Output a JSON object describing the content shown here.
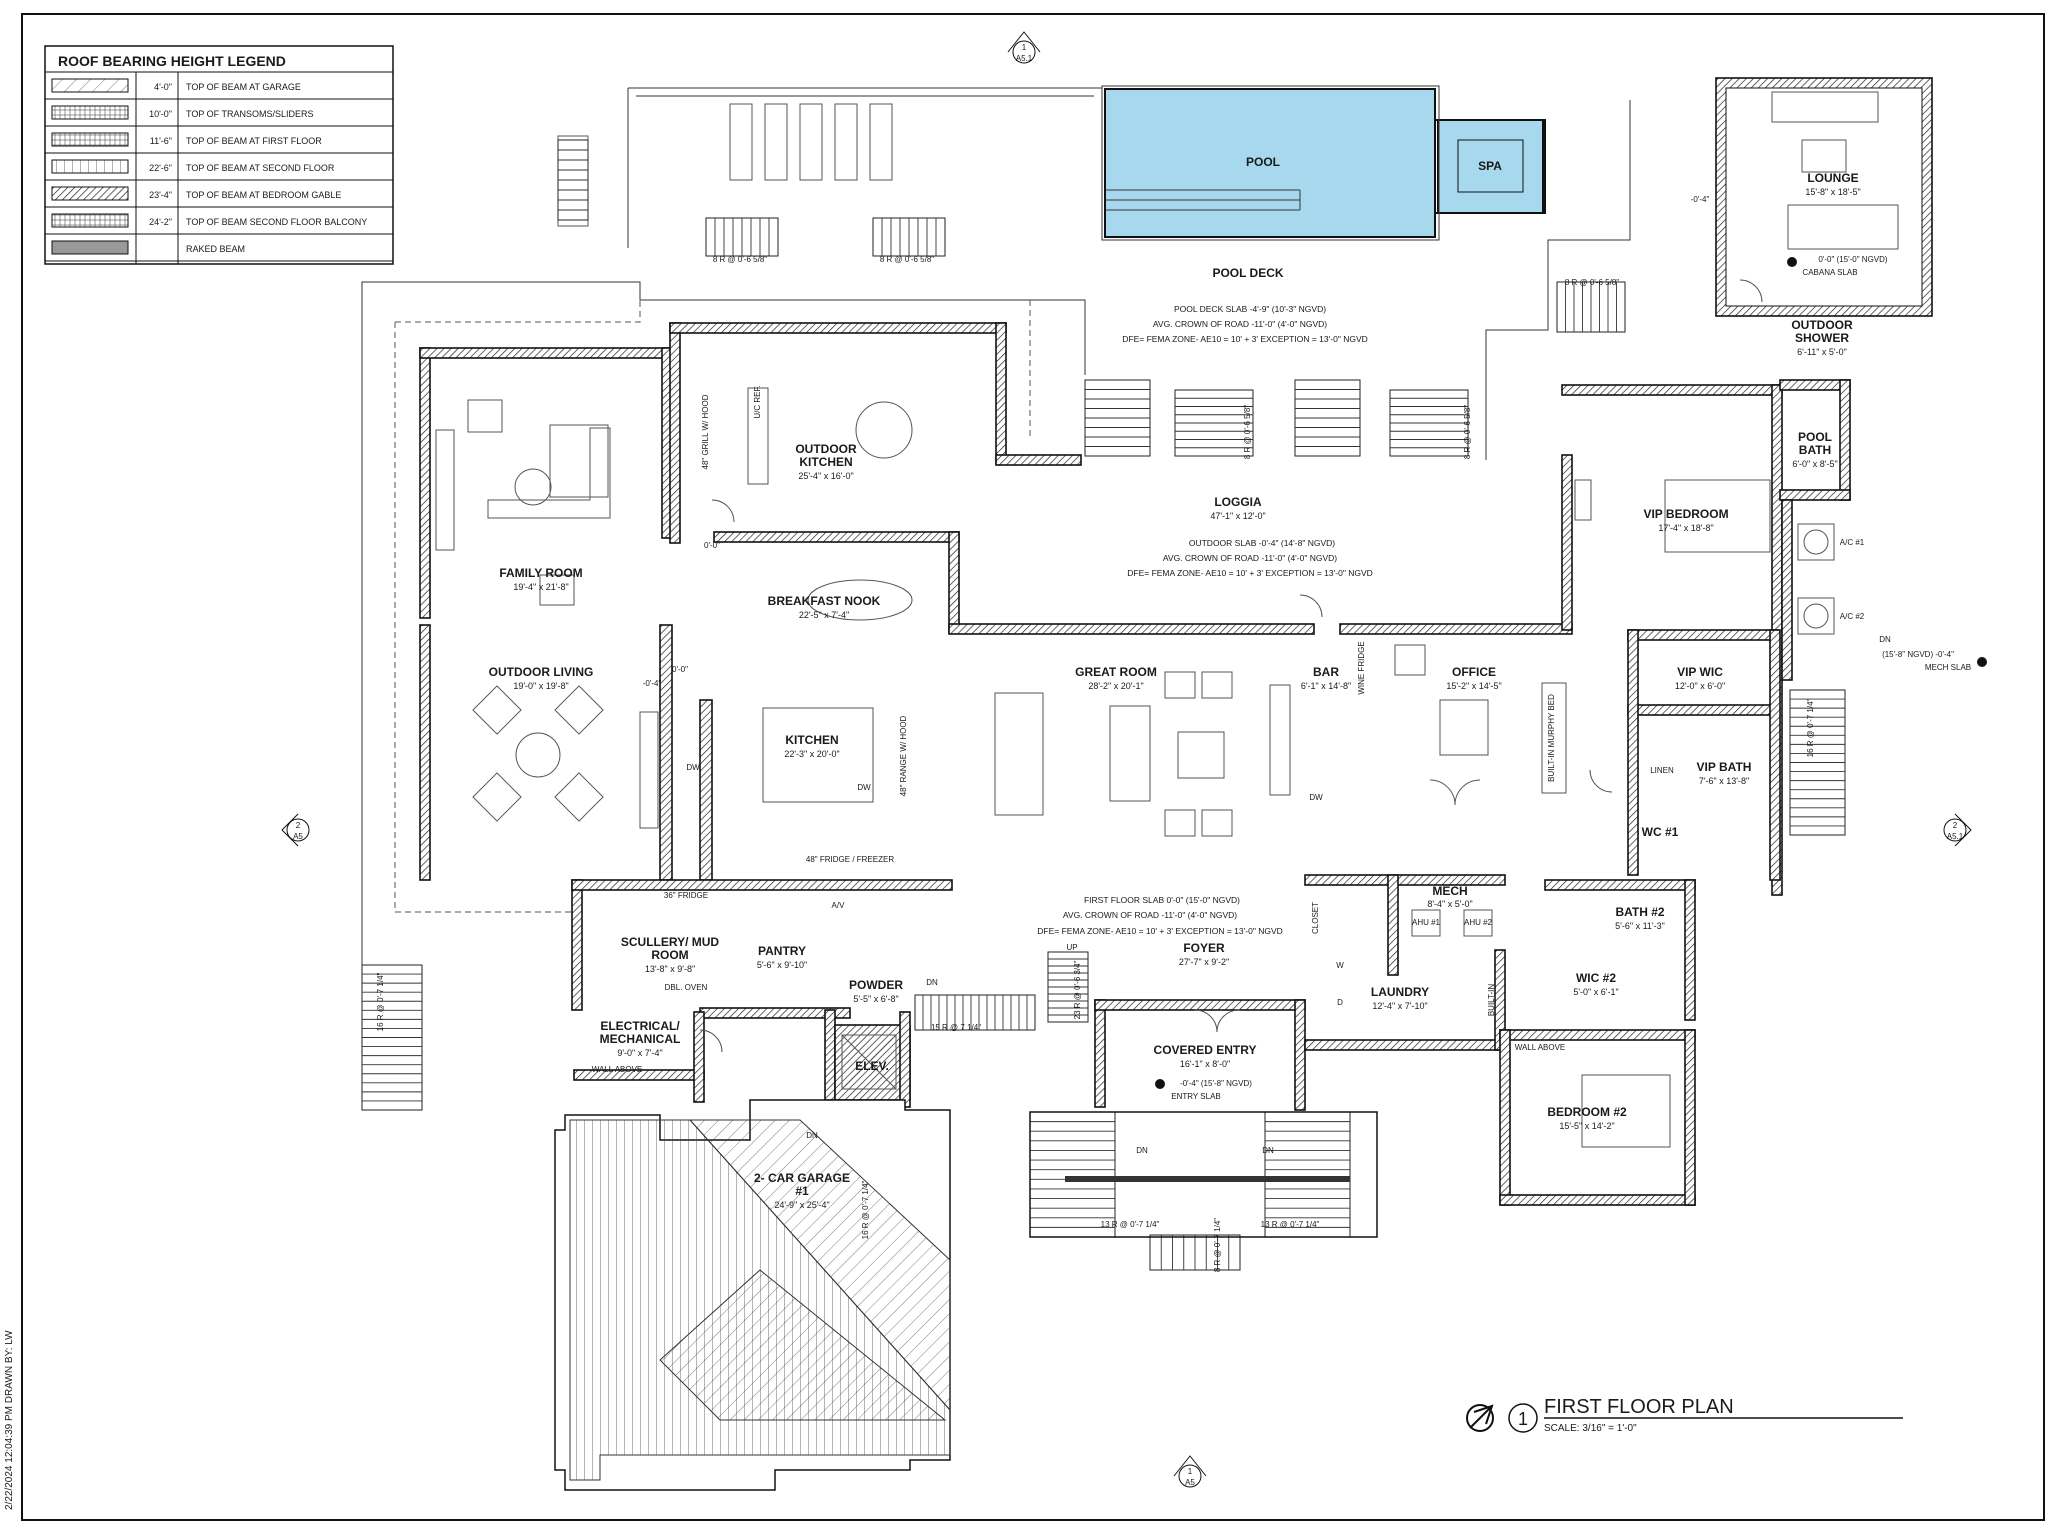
{
  "legend": {
    "title": "ROOF BEARING HEIGHT LEGEND",
    "rows": [
      {
        "height": "4'-0\"",
        "desc": "TOP OF BEAM AT GARAGE"
      },
      {
        "height": "10'-0\"",
        "desc": "TOP OF TRANSOMS/SLIDERS"
      },
      {
        "height": "11'-6\"",
        "desc": "TOP OF BEAM AT FIRST FLOOR"
      },
      {
        "height": "22'-6\"",
        "desc": "TOP OF BEAM AT SECOND FLOOR"
      },
      {
        "height": "23'-4\"",
        "desc": "TOP OF BEAM AT BEDROOM GABLE"
      },
      {
        "height": "24'-2\"",
        "desc": "TOP OF BEAM SECOND FLOOR BALCONY"
      },
      {
        "height": "",
        "desc": "RAKED BEAM"
      }
    ]
  },
  "rooms": {
    "pool": "POOL",
    "spa": "SPA",
    "lounge": {
      "name": "LOUNGE",
      "dim": "15'-8\" x 18'-5\""
    },
    "cabana_slab": {
      "value": "0'-0\"  (15'-0\" NGVD)",
      "label": "CABANA SLAB"
    },
    "pool_deck": "POOL DECK",
    "outdoor_shower": {
      "name": "OUTDOOR SHOWER",
      "dim": "6'-11\" x 5'-0\""
    },
    "pool_bath": {
      "name": "POOL BATH",
      "dim": "6'-0\" x 8'-5\""
    },
    "family_room": {
      "name": "FAMILY ROOM",
      "dim": "19'-4\" x 21'-8\""
    },
    "outdoor_kitchen": {
      "name": "OUTDOOR KITCHEN",
      "dim": "25'-4\" x 16'-0\""
    },
    "loggia": {
      "name": "LOGGIA",
      "dim": "47'-1\" x 12'-0\""
    },
    "vip_bedroom": {
      "name": "VIP BEDROOM",
      "dim": "17'-4\" x 18'-8\""
    },
    "breakfast_nook": {
      "name": "BREAKFAST NOOK",
      "dim": "22'-5\" x 7'-4\""
    },
    "outdoor_living": {
      "name": "OUTDOOR LIVING",
      "dim": "19'-0\" x 19'-8\""
    },
    "great_room": {
      "name": "GREAT ROOM",
      "dim": "28'-2\" x 20'-1\""
    },
    "bar": {
      "name": "BAR",
      "dim": "6'-1\" x 14'-8\""
    },
    "office": {
      "name": "OFFICE",
      "dim": "15'-2\" x 14'-5\""
    },
    "vip_wic": {
      "name": "VIP WIC",
      "dim": "12'-0\" x 6'-0\""
    },
    "vip_bath": {
      "name": "VIP BATH",
      "dim": "7'-6\" x 13'-8\""
    },
    "kitchen": {
      "name": "KITCHEN",
      "dim": "22'-3\" x 20'-0\""
    },
    "wc1": "WC #1",
    "linen": "LINEN",
    "mech": {
      "name": "MECH",
      "dim": "8'-4\" x 5'-0\""
    },
    "scullery": {
      "name": "SCULLERY/ MUD ROOM",
      "dim": "13'-8\" x 9'-8\""
    },
    "pantry": {
      "name": "PANTRY",
      "dim": "5'-6\" x 9'-10\""
    },
    "powder": {
      "name": "POWDER",
      "dim": "5'-5\" x 6'-8\""
    },
    "foyer": {
      "name": "FOYER",
      "dim": "27'-7\" x 9'-2\""
    },
    "laundry": {
      "name": "LAUNDRY",
      "dim": "12'-4\" x 7'-10\""
    },
    "bath2": {
      "name": "BATH #2",
      "dim": "5'-6\" x 11'-3\""
    },
    "wic2": {
      "name": "WIC #2",
      "dim": "5'-0\" x 6'-1\""
    },
    "electrical": {
      "name": "ELECTRICAL/ MECHANICAL",
      "dim": "9'-0\" x 7'-4\""
    },
    "elev": "ELEV.",
    "covered_entry": {
      "name": "COVERED ENTRY",
      "dim": "16'-1\" x 8'-0\""
    },
    "bedroom2": {
      "name": "BEDROOM #2",
      "dim": "15'-5\" x 14'-2\""
    },
    "garage": {
      "name": "2- CAR GARAGE #1",
      "dim": "24'-9\" x 25'-4\""
    }
  },
  "notes": {
    "pool_deck_slab": "POOL DECK SLAB   -4'-9\"   (10'-3\" NGVD)",
    "pool_deck_road": "AVG. CROWN OF ROAD   -11'-0\"   (4'-0\" NGVD)",
    "pool_deck_dfe": "DFE= FEMA ZONE- AE10 = 10' + 3' EXCEPTION = 13'-0\" NGVD",
    "outdoor_slab": "OUTDOOR SLAB   -0'-4\"   (14'-8\" NGVD)",
    "outdoor_road": "AVG. CROWN OF ROAD   -11'-0\"   (4'-0\" NGVD)",
    "outdoor_dfe": "DFE= FEMA ZONE- AE10 = 10' + 3' EXCEPTION = 13'-0\" NGVD",
    "first_slab": "FIRST FLOOR SLAB   0'-0\"   (15'-0\" NGVD)",
    "first_road": "AVG. CROWN OF ROAD   -11'-0\"   (4'-0\" NGVD)",
    "first_dfe": "DFE= FEMA ZONE- AE10 = 10' + 3' EXCEPTION = 13'-0\" NGVD",
    "entry_slab_value": "-0'-4\"   (15'-8\" NGVD)",
    "entry_slab": "ENTRY SLAB",
    "mech_slab_value": "(15'-8\" NGVD)   -0'-4\"",
    "mech_slab": "MECH SLAB",
    "wall_above_1": "WALL ABOVE",
    "wall_above_2": "WALL ABOVE",
    "grill": "48\" GRILL W/ HOOD",
    "uc_ref": "U/C REF.",
    "range": "48\" RANGE W/ HOOD",
    "fridge48": "48\" FRIDGE / FREEZER",
    "fridge36": "36\" FRIDGE",
    "dbl_oven": "DBL. OVEN",
    "wine_fridge": "WINE FRIDGE",
    "murphy": "BUILT-IN MURPHY BED",
    "builtin": "BUILT-IN",
    "closet": "CLOSET",
    "ac1": "A/C #1",
    "ac2": "A/C #2",
    "ahu1": "AHU #1",
    "ahu2": "AHU #2",
    "dw": "DW",
    "w": "W",
    "d": "D",
    "av": "A/V",
    "up": "UP",
    "dn": "DN",
    "stair_8r": "8 R @ 0'-6 5/8\"",
    "stair_16r": "16 R @ 0'-7 1/4\"",
    "stair_15r": "15 R @ 7 1/4\"",
    "stair_23r": "23 R @ 0'-6 3/4\"",
    "stair_13r": "13 R @ 0'-7 1/4\"",
    "stair_8r7": "8 R @ 0'-7 1/4\"",
    "clear_0": "0'-0\"",
    "clear_4": "-0'-4\"",
    "drawn_by": "2/22/2024 12:04:39 PM     DRAWN BY: LW"
  },
  "markers": {
    "top": {
      "num": "1",
      "sheet": "A5.1"
    },
    "left": {
      "num": "2",
      "sheet": "A5"
    },
    "right": {
      "num": "2",
      "sheet": "A5.1"
    },
    "bottom": {
      "num": "1",
      "sheet": "A5"
    }
  },
  "title_block": {
    "number": "1",
    "title": "FIRST FLOOR PLAN",
    "scale": "SCALE: 3/16\" = 1'-0\""
  }
}
